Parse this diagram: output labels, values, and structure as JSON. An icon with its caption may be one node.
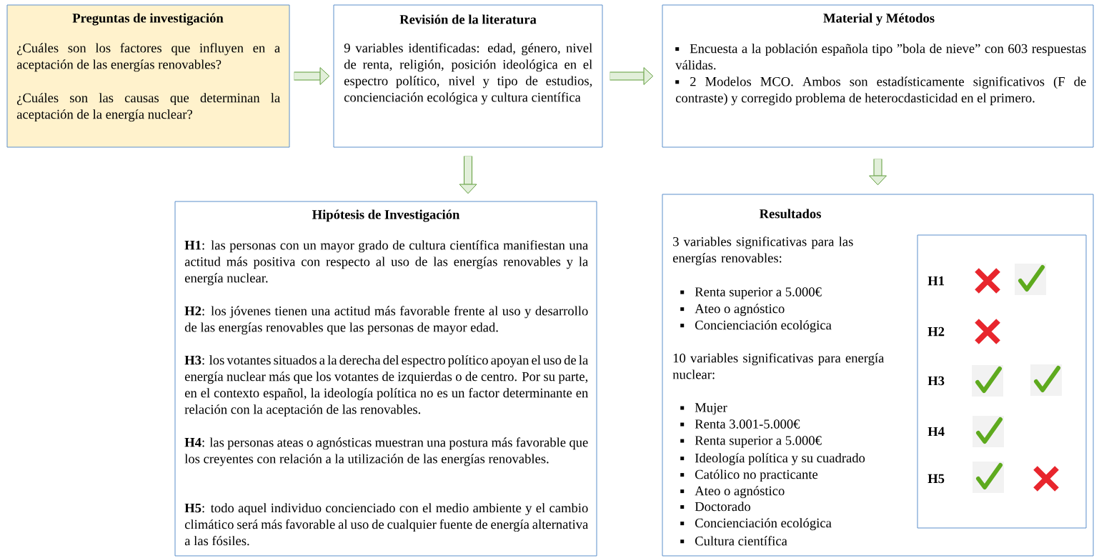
{
  "diagram": {
    "nodes": [
      {
        "text": [
          "Preguntas de investigación",
          "¿Cuáles son los factores que influyen en a aceptación de las energías renovables?",
          "¿Cuáles son las causas que determinan la aceptación de la energía nuclear?"
        ]
      },
      {
        "text": [
          "Revisión de la literatura",
          "9 variables identificadas: edad, género, nivel de renta, religión, posición ideológica en el espectro político, nivel y tipo de estudios, concienciación ecológica y cultura científica"
        ]
      },
      {
        "text": [
          "Material y Métodos",
          "Encuesta a la población española tipo ”bola de nieve” con 603 respuestas válidas.",
          "2 Modelos MCO. Ambos son estadísticamente significativos (F de contraste) y corregido problema de heterocdasticidad en el primero."
        ]
      },
      {
        "text": [
          "Hipótesis de Investigación",
          "**H1**: las personas con un mayor grado de cultura científica manifiestan una actitud más positiva con respecto al uso de las energías renovables y la energía nuclear.",
          "**H2**: los jóvenes tienen una actitud más favorable frente al uso y desarrollo de las energías renovables que las personas de mayor edad.",
          "**H3**: los votantes situados a la derecha del espectro político apoyan el uso de la energía nuclear más que los votantes de izquierdas o de centro. Por su parte, en el contexto español, la ideología política no es un factor determinante en relación con la aceptación de las renovables.",
          "**H4**: las personas ateas o agnósticas muestran una postura más favorable que los creyentes con relación a la utilización de las energías renovables.",
          "**H5**: todo aquel individuo concienciado con el medio ambiente y el cambio climático será más favorable al uso de cualquier fuente de energía alternativa a las fósiles."
        ]
      },
      {
        "text": [
          "Resultados",
          "3 variables significativas para las energías renovables:",
          "Renta superior a 5.000€",
          "Ateo o agnóstico",
          "Concienciación ecológica",
          "10 variables significativas para energía nuclear:",
          "Mujer",
          "Renta 3.001-5.000€",
          "Renta superior a 5.000€",
          "Ideología política y su cuadrado",
          "Católico no practicante",
          "Ateo o agnóstico",
          "Doctorado",
          "Concienciación ecológica",
          "Cultura científica"
        ]
      },
      {
        "text": [
          "H1",
          "H2",
          "H3",
          "H4",
          "H5"
        ],
        "in": 4
      }
    ],
    "edges": [
      {
        "from": 0,
        "to": 1,
        "arrow": "to"
      },
      {
        "from": 1,
        "to": 2,
        "arrow": "to"
      },
      {
        "from": 1,
        "to": 3,
        "arrow": "to"
      },
      {
        "from": 2,
        "to": 4,
        "arrow": "to"
      }
    ]
  }
}
